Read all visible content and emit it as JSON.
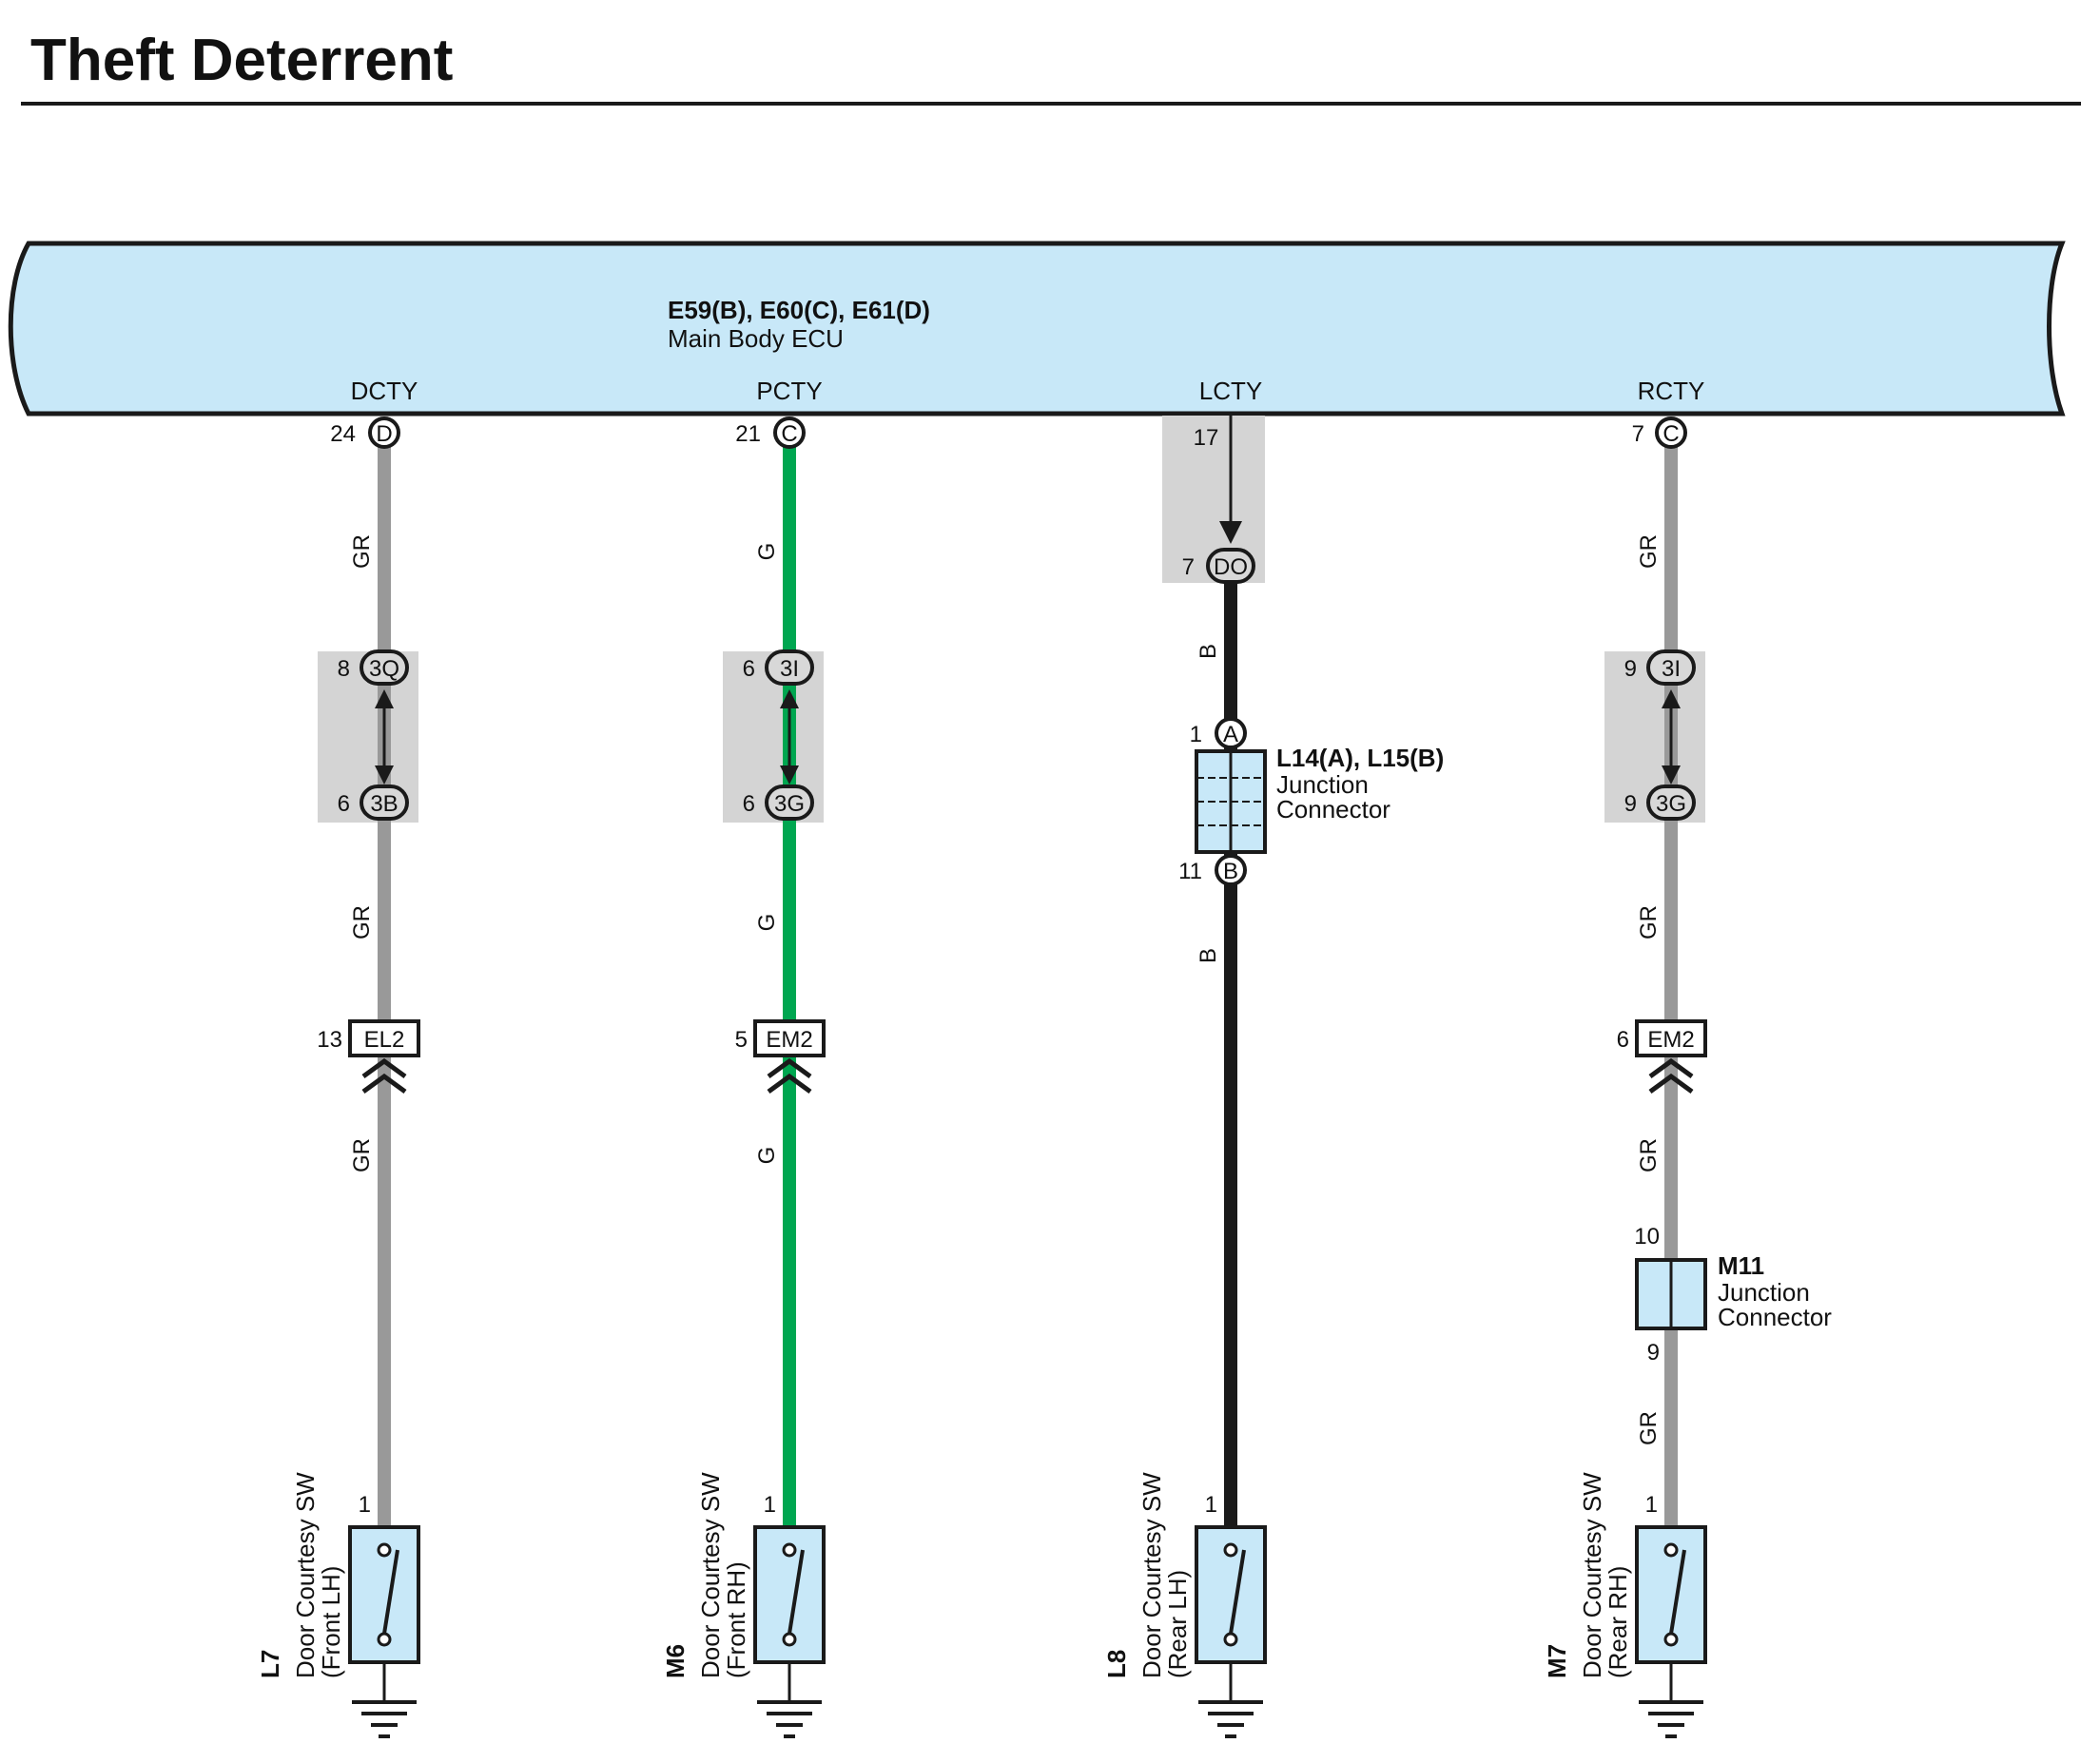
{
  "title": "Theft Deterrent",
  "ecu": {
    "connectors": "E59(B), E60(C), E61(D)",
    "name": "Main Body ECU",
    "terminals": [
      "DCTY",
      "PCTY",
      "LCTY",
      "RCTY"
    ]
  },
  "columns": [
    {
      "terminal": "DCTY",
      "ecu_pin": "24",
      "ecu_conn": "D",
      "wire_color_name": "GR",
      "wire_color": "#999999",
      "junction_top_pin": "8",
      "junction_top": "3Q",
      "junction_bottom_pin": "6",
      "junction_bottom": "3B",
      "connector_pin": "13",
      "connector": "EL2",
      "switch_pin": "1",
      "switch_id": "L7",
      "switch_name": "Door Courtesy SW",
      "switch_loc": "(Front LH)"
    },
    {
      "terminal": "PCTY",
      "ecu_pin": "21",
      "ecu_conn": "C",
      "wire_color_name": "G",
      "wire_color": "#00a650",
      "junction_top_pin": "6",
      "junction_top": "3I",
      "junction_bottom_pin": "6",
      "junction_bottom": "3G",
      "connector_pin": "5",
      "connector": "EM2",
      "switch_pin": "1",
      "switch_id": "M6",
      "switch_name": "Door Courtesy SW",
      "switch_loc": "(Front RH)"
    },
    {
      "terminal": "LCTY",
      "ecu_pin": "17",
      "inline_pin": "7",
      "inline_conn": "DO",
      "wire_color_name": "B",
      "wire_color": "#1a1a1a",
      "jc_top_pin": "1",
      "jc_top": "A",
      "jc_bottom_pin": "11",
      "jc_bottom": "B",
      "jc_id": "L14(A), L15(B)",
      "jc_name_1": "Junction",
      "jc_name_2": "Connector",
      "switch_pin": "1",
      "switch_id": "L8",
      "switch_name": "Door Courtesy SW",
      "switch_loc": "(Rear LH)"
    },
    {
      "terminal": "RCTY",
      "ecu_pin": "7",
      "ecu_conn": "C",
      "wire_color_name": "GR",
      "wire_color": "#999999",
      "junction_top_pin": "9",
      "junction_top": "3I",
      "junction_bottom_pin": "9",
      "junction_bottom": "3G",
      "connector_pin": "6",
      "connector": "EM2",
      "jc_top_pin": "10",
      "jc_bottom_pin": "9",
      "jc_id": "M11",
      "jc_name_1": "Junction",
      "jc_name_2": "Connector",
      "switch_pin": "1",
      "switch_id": "M7",
      "switch_name": "Door Courtesy SW",
      "switch_loc": "(Rear RH)"
    }
  ],
  "colors": {
    "ecu_fill": "#c8e8f8",
    "junction_shade": "#d4d4d4",
    "component_fill": "#c8e8f8",
    "outline": "#1a1a1a"
  }
}
